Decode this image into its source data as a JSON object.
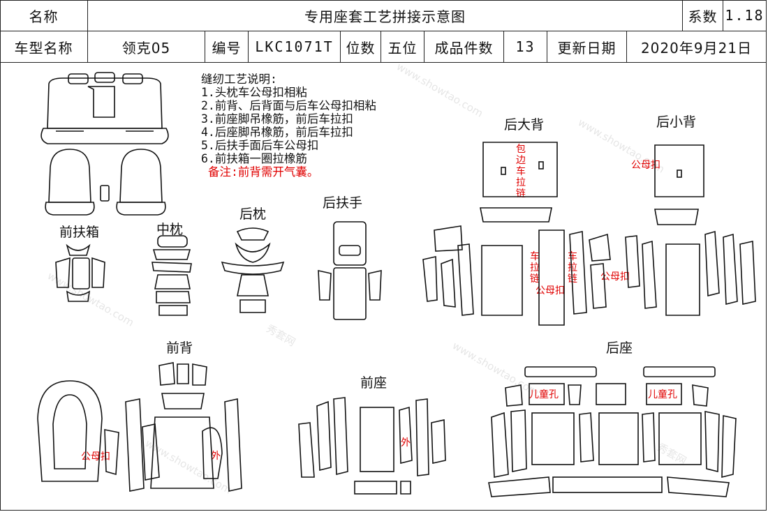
{
  "header": {
    "row1": {
      "name_label": "名称",
      "title": "专用座套工艺拼接示意图",
      "coef_label": "系数",
      "coef_value": "1.18"
    },
    "row2": {
      "model_label": "车型名称",
      "model_value": "领克05",
      "code_label": "编号",
      "code_value": "LKC1071T",
      "seats_label": "位数",
      "seats_value": "五位",
      "pieces_label": "成品件数",
      "pieces_value": "13",
      "date_label": "更新日期",
      "date_value": "2020年9月21日"
    }
  },
  "notes": {
    "title": "缝纫工艺说明:",
    "items": [
      "1.头枕车公母扣相粘",
      "2.前背、后背面与后车公母扣相粘",
      "3.前座脚吊橡筋，前后车拉扣",
      "4.后座脚吊橡筋，前后车拉扣",
      "5.后扶手面后车公母扣",
      "6.前扶箱一圈拉橡筋"
    ],
    "remark": "备注:前背需开气囊。"
  },
  "sections": {
    "front_armrest_box": "前扶箱",
    "middle_headrest": "中枕",
    "rear_headrest": "后枕",
    "rear_armrest": "后扶手",
    "rear_big_back": "后大背",
    "rear_small_back": "后小背",
    "front_back": "前背",
    "front_seat": "前座",
    "rear_seat": "后座"
  },
  "annotations": {
    "big_back_zipper": "包边车拉链",
    "snap": "公母扣",
    "zipper": "车拉链",
    "child_hole": "儿童孔",
    "outer": "外"
  },
  "watermark": {
    "text_a": "秀套网",
    "text_b": "www.showtao.com"
  },
  "colors": {
    "annotation": "#e00000",
    "line": "#111111"
  }
}
